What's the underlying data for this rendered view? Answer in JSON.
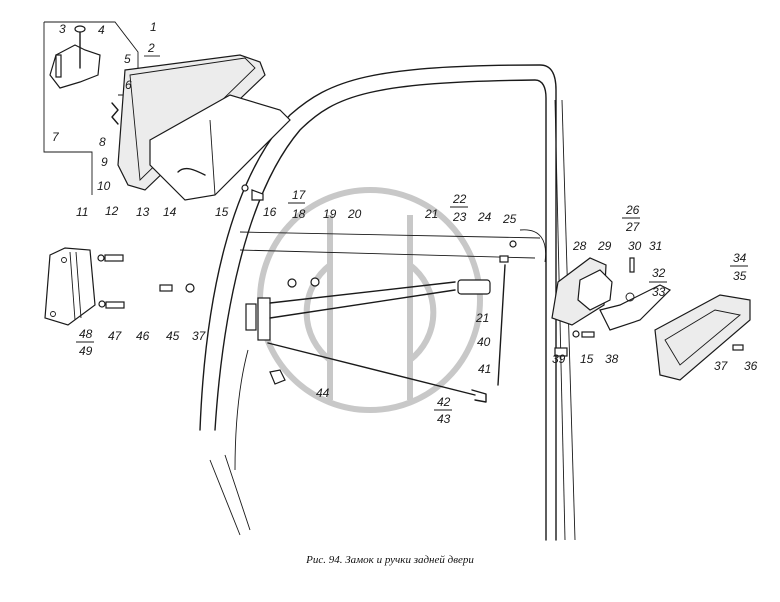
{
  "figure": {
    "caption": "Рис. 94. Замок и ручки задней двери",
    "watermark": "circular-logo-watermark"
  },
  "callouts": [
    {
      "id": "c1",
      "label": "1"
    },
    {
      "id": "c2",
      "label": "2",
      "boxed": true
    },
    {
      "id": "c3",
      "label": "3"
    },
    {
      "id": "c4",
      "label": "4"
    },
    {
      "id": "c5",
      "label": "5"
    },
    {
      "id": "c6",
      "label": "6"
    },
    {
      "id": "c7",
      "label": "7"
    },
    {
      "id": "c8",
      "label": "8"
    },
    {
      "id": "c9",
      "label": "9"
    },
    {
      "id": "c10",
      "label": "10"
    },
    {
      "id": "c11",
      "label": "11"
    },
    {
      "id": "c12",
      "label": "12"
    },
    {
      "id": "c13",
      "label": "13"
    },
    {
      "id": "c14",
      "label": "14"
    },
    {
      "id": "c15a",
      "label": "15"
    },
    {
      "id": "c16",
      "label": "16"
    },
    {
      "id": "c17",
      "label": "17"
    },
    {
      "id": "c18",
      "label": "18",
      "boxed": true
    },
    {
      "id": "c19",
      "label": "19"
    },
    {
      "id": "c20",
      "label": "20"
    },
    {
      "id": "c21a",
      "label": "21"
    },
    {
      "id": "c22",
      "label": "22"
    },
    {
      "id": "c23",
      "label": "23",
      "boxed": true
    },
    {
      "id": "c24",
      "label": "24"
    },
    {
      "id": "c25",
      "label": "25"
    },
    {
      "id": "c21b",
      "label": "21"
    },
    {
      "id": "c40",
      "label": "40"
    },
    {
      "id": "c41",
      "label": "41"
    },
    {
      "id": "c42",
      "label": "42"
    },
    {
      "id": "c43",
      "label": "43",
      "boxed": true
    },
    {
      "id": "c44",
      "label": "44"
    },
    {
      "id": "c45",
      "label": "45"
    },
    {
      "id": "c37a",
      "label": "37"
    },
    {
      "id": "c46",
      "label": "46"
    },
    {
      "id": "c47",
      "label": "47"
    },
    {
      "id": "c48",
      "label": "48"
    },
    {
      "id": "c49",
      "label": "49",
      "boxed": true
    },
    {
      "id": "c26",
      "label": "26"
    },
    {
      "id": "c27",
      "label": "27",
      "boxed": true
    },
    {
      "id": "c28",
      "label": "28"
    },
    {
      "id": "c29",
      "label": "29"
    },
    {
      "id": "c30",
      "label": "30"
    },
    {
      "id": "c31",
      "label": "31"
    },
    {
      "id": "c32",
      "label": "32"
    },
    {
      "id": "c33",
      "label": "33",
      "boxed": true
    },
    {
      "id": "c34",
      "label": "34"
    },
    {
      "id": "c35",
      "label": "35",
      "boxed": true
    },
    {
      "id": "c39",
      "label": "39"
    },
    {
      "id": "c15b",
      "label": "15"
    },
    {
      "id": "c38",
      "label": "38"
    },
    {
      "id": "c37b",
      "label": "37"
    },
    {
      "id": "c36",
      "label": "36"
    }
  ]
}
